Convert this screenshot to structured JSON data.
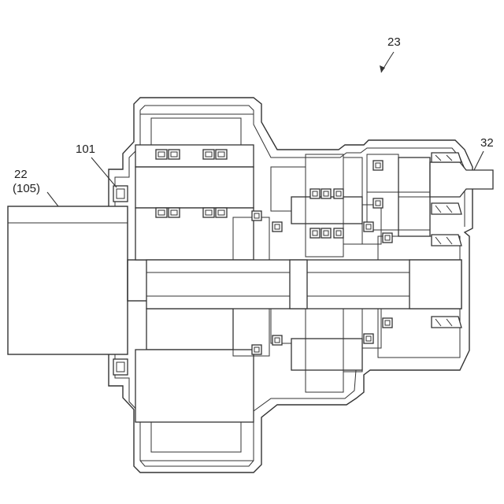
{
  "labels": {
    "assembly": "23",
    "motor": "22",
    "motor_ref": "(105)",
    "seal": "101",
    "output_shaft": "32"
  }
}
